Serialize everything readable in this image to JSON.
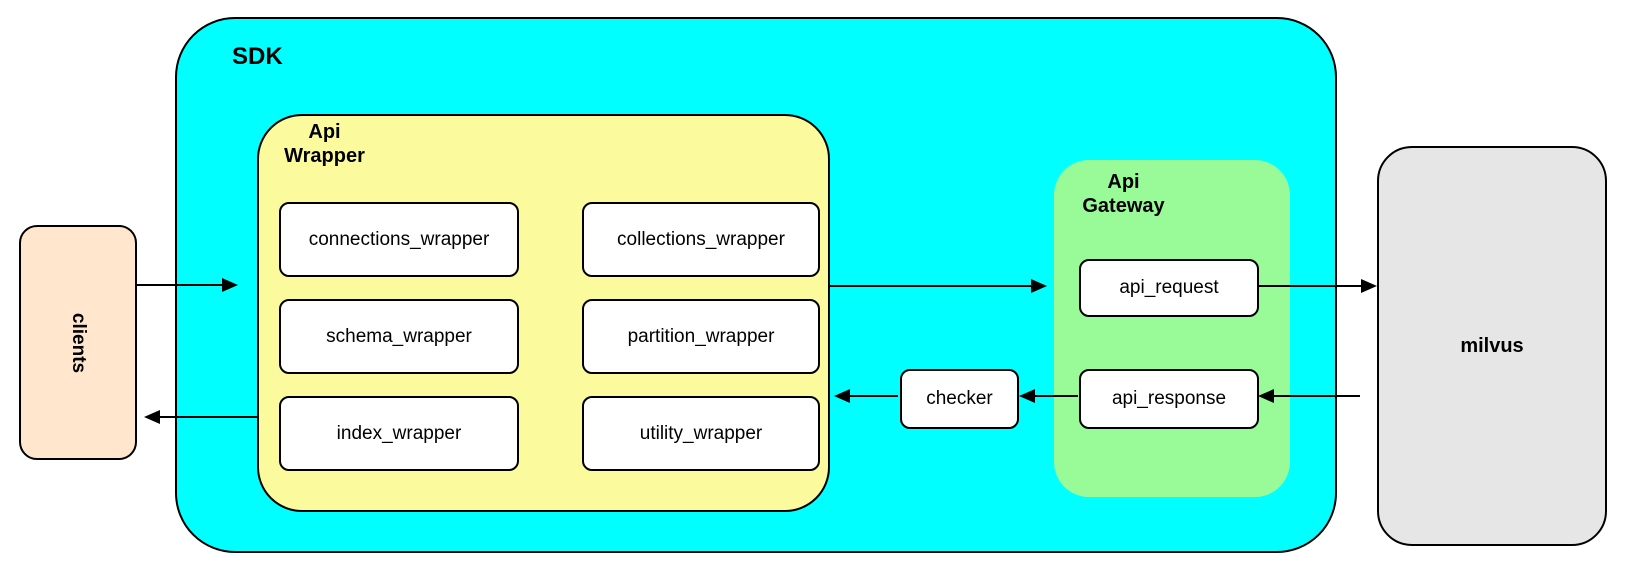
{
  "diagram": {
    "nodes": {
      "clients": {
        "label": "clients"
      },
      "sdk": {
        "label": "SDK"
      },
      "api_wrapper": {
        "label": "Api\nWrapper"
      },
      "wrappers": [
        "connections_wrapper",
        "collections_wrapper",
        "schema_wrapper",
        "partition_wrapper",
        "index_wrapper",
        "utility_wrapper"
      ],
      "checker": {
        "label": "checker"
      },
      "api_gateway": {
        "label": "Api\nGateway"
      },
      "api_request": {
        "label": "api_request"
      },
      "api_response": {
        "label": "api_response"
      },
      "milvus": {
        "label": "milvus"
      }
    },
    "edges": [
      {
        "from": "clients",
        "to": "sdk_api_wrapper",
        "direction": "right"
      },
      {
        "from": "api_wrapper",
        "to": "api_gateway",
        "direction": "right"
      },
      {
        "from": "api_request",
        "to": "milvus",
        "direction": "right"
      },
      {
        "from": "milvus",
        "to": "api_response",
        "direction": "left"
      },
      {
        "from": "api_response",
        "to": "checker",
        "direction": "left"
      },
      {
        "from": "checker",
        "to": "api_wrapper",
        "direction": "left"
      },
      {
        "from": "api_wrapper",
        "to": "clients",
        "direction": "left"
      }
    ],
    "colors": {
      "sdk_fill": "#00FFFF",
      "api_wrapper_fill": "#FBFB9E",
      "api_gateway_fill": "#98FB98",
      "clients_fill": "#FFE6CC",
      "milvus_fill": "#E6E6E6",
      "node_fill": "#FFFFFF",
      "stroke": "#000000",
      "background": "#FFFFFF"
    }
  }
}
